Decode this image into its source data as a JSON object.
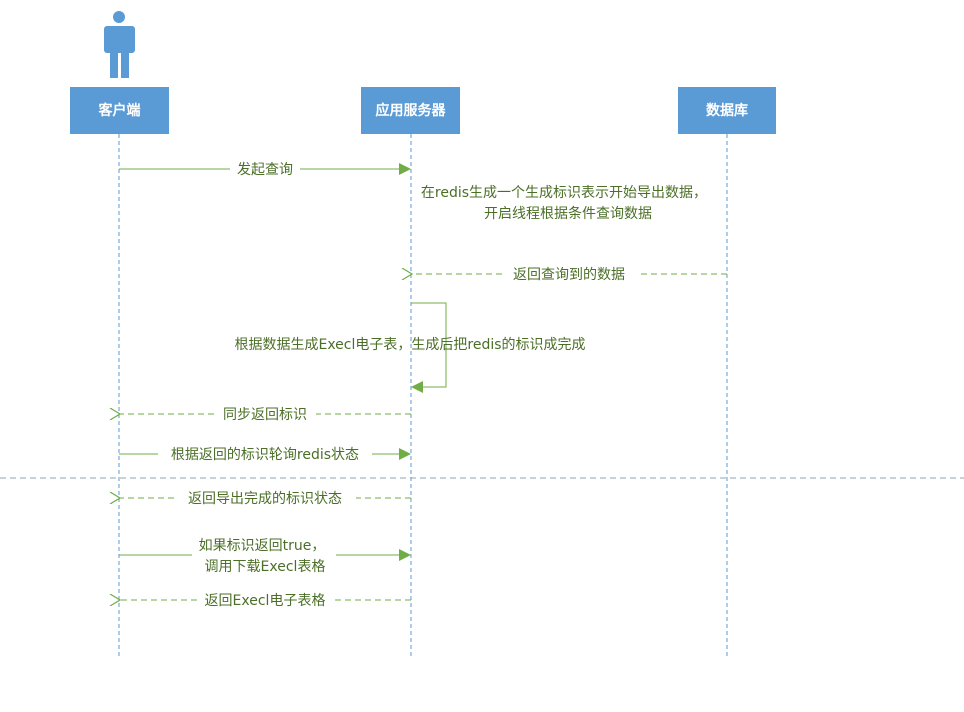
{
  "actors": {
    "client": "客户端",
    "app_server": "应用服务器",
    "database": "数据库"
  },
  "messages": {
    "m1": "发起查询",
    "note1_line1": "在redis生成一个生成标识表示开始导出数据，",
    "note1_line2": "开启线程根据条件查询数据",
    "m2": "返回查询到的数据",
    "m3": "根据数据生成Execl电子表，生成后把redis的标识成完成",
    "m4": "同步返回标识",
    "m5": "根据返回的标识轮询redis状态",
    "m6": "返回导出完成的标识状态",
    "m7_line1": "如果标识返回true，",
    "m7_line2": "调用下载Execl表格",
    "m8": "返回Execl电子表格"
  },
  "colors": {
    "box_fill": "#5b9bd5",
    "actor_icon": "#5b9bd5",
    "lifeline": "#5b9bd5",
    "arrow": "#70ad47",
    "divider": "#8ea3b6"
  }
}
